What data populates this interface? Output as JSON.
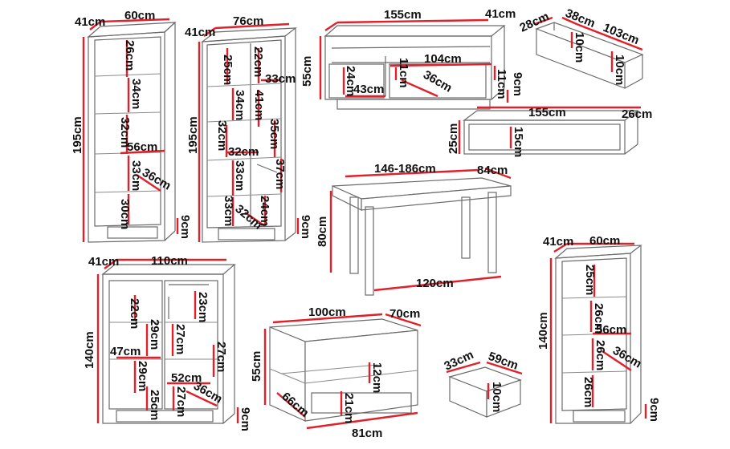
{
  "items": [
    {
      "id": "cab1",
      "labels": [
        "41cm",
        "60cm",
        "195cm",
        "26cm",
        "34cm",
        "32cm",
        "56cm",
        "33cm",
        "36cm",
        "30cm",
        "9cm"
      ]
    },
    {
      "id": "cab2",
      "labels": [
        "41cm",
        "76cm",
        "195cm",
        "25cm",
        "22cm",
        "33cm",
        "34cm",
        "41cm",
        "32cm",
        "32cm",
        "35cm",
        "37cm",
        "33cm",
        "33cm",
        "24cm",
        "32cm",
        "9cm"
      ]
    },
    {
      "id": "tv",
      "labels": [
        "155cm",
        "41cm",
        "55cm",
        "104cm",
        "11cm",
        "24cm",
        "43cm",
        "36cm",
        "11cm",
        "9cm"
      ]
    },
    {
      "id": "drawer1",
      "labels": [
        "28cm",
        "38cm",
        "103cm",
        "10cm",
        "10cm"
      ]
    },
    {
      "id": "wallshelf",
      "labels": [
        "155cm",
        "26cm",
        "25cm",
        "15cm"
      ]
    },
    {
      "id": "table",
      "labels": [
        "146-186cm",
        "84cm",
        "80cm",
        "120cm"
      ]
    },
    {
      "id": "cab3",
      "labels": [
        "41cm",
        "110cm",
        "140cm",
        "22cm",
        "23cm",
        "29cm",
        "27cm",
        "47cm",
        "27cm",
        "29cm",
        "52cm",
        "25cm",
        "27cm",
        "36cm",
        "9cm"
      ]
    },
    {
      "id": "coffee",
      "labels": [
        "100cm",
        "70cm",
        "55cm",
        "12cm",
        "21cm",
        "66cm",
        "81cm"
      ]
    },
    {
      "id": "drawer2",
      "labels": [
        "33cm",
        "59cm",
        "10cm"
      ]
    },
    {
      "id": "cab4",
      "labels": [
        "41cm",
        "60cm",
        "140cm",
        "25cm",
        "26cm",
        "56cm",
        "26cm",
        "36cm",
        "26cm",
        "9cm"
      ]
    }
  ]
}
